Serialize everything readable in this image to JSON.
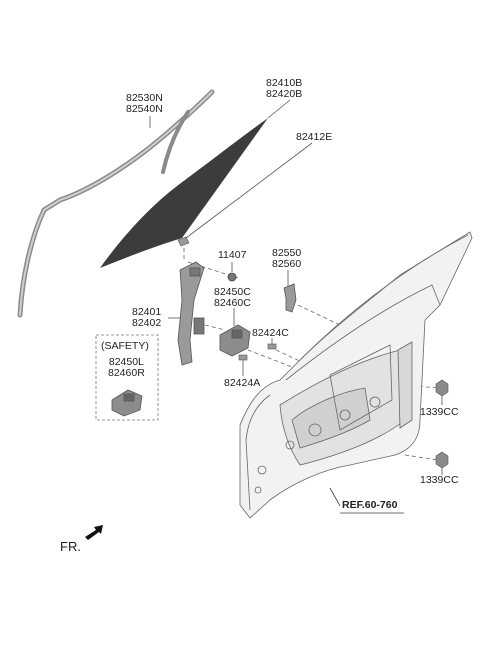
{
  "labels": {
    "weatherstrip": [
      "82530N",
      "82540N"
    ],
    "glass": [
      "82410B",
      "82420B"
    ],
    "glass_channel": "82412E",
    "bolt": "11407",
    "rail_bracket": [
      "82550",
      "82560"
    ],
    "regulator": [
      "82401",
      "82402"
    ],
    "motor": [
      "82450C",
      "82460C"
    ],
    "clip_c": "82424C",
    "clip_a": "82424A",
    "safety_group": "(SAFETY)",
    "safety_motor": [
      "82450L",
      "82460R"
    ],
    "plug_upper": "1339CC",
    "plug_lower": "1339CC",
    "reference": "REF.60-760",
    "front": "FR."
  },
  "colors": {
    "glass": "#3c3c3c",
    "line": "#555555",
    "part": "#9a9a9a",
    "door": "#bdbdbd"
  }
}
